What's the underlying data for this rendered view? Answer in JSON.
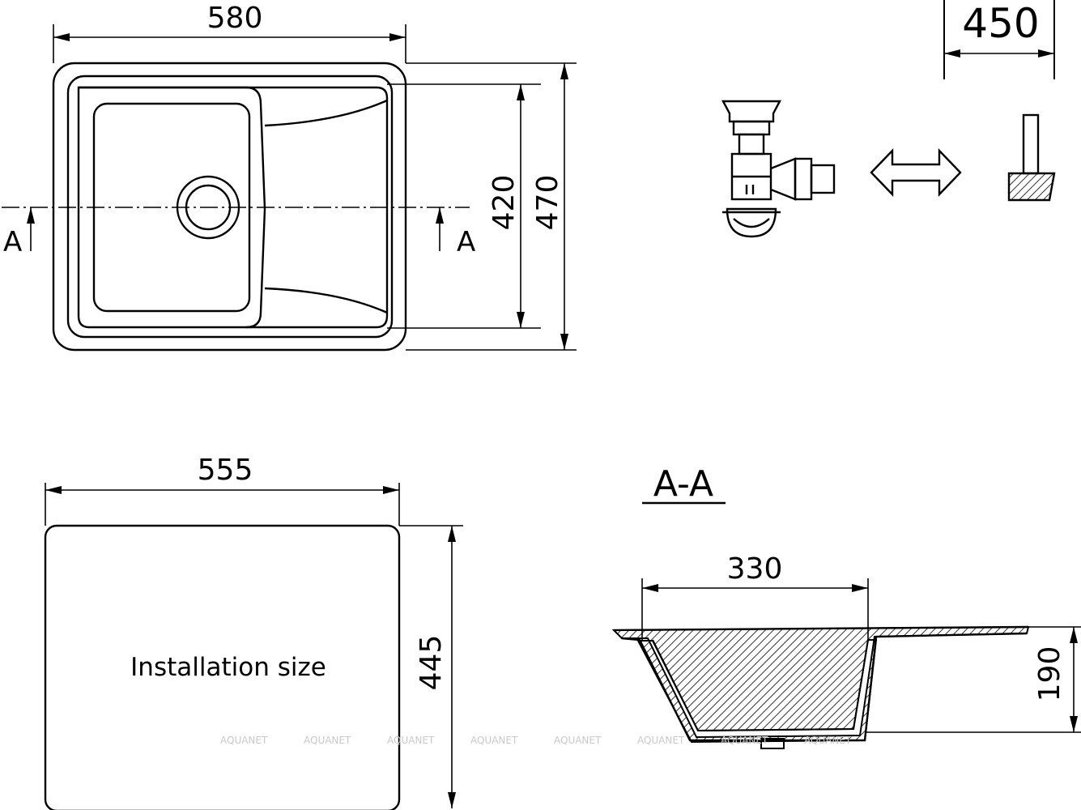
{
  "top_view": {
    "width_dim": "580",
    "inner_height_dim": "420",
    "outer_height_dim": "470",
    "section_mark_left": "A",
    "section_mark_right": "A"
  },
  "cabinet": {
    "width_dim": "450"
  },
  "cutout": {
    "width_dim": "555",
    "height_dim": "445",
    "label": "Installation size"
  },
  "section": {
    "title": "A-A",
    "bowl_width_dim": "330",
    "depth_dim": "190"
  },
  "watermark": {
    "text": "AQUANET"
  },
  "colors": {
    "line": "#000000",
    "watermark": "#c9c9c9"
  }
}
